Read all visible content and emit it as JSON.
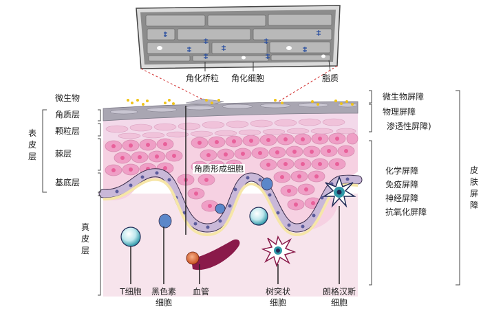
{
  "inset": {
    "labels": {
      "corneodesmosome": "角化桥粒",
      "corneocyte": "角化细胞",
      "lipid": "脂质"
    }
  },
  "left_labels": {
    "microbe": "微生物",
    "stratum_corneum": "角质层",
    "stratum_granulosum": "颗粒层",
    "stratum_spinosum": "棘层",
    "stratum_basale": "基底层"
  },
  "epidermis_label": "表皮层",
  "dermis_label": "真皮层",
  "keratinocyte_label": "角质形成细胞",
  "right_labels": {
    "microbial_barrier": "微生物屏障",
    "physical_barrier_line1": "物理屏障",
    "physical_barrier_line2": "渗透性屏障)",
    "chemical_barrier": "化学屏障",
    "immune_barrier": "免疫屏障",
    "neural_barrier": "神经屏障",
    "antioxidant_barrier": "抗氧化屏障"
  },
  "skin_barrier_label": "皮肤屏障",
  "bottom_labels": {
    "t_cell": "T细胞",
    "melanocyte_line1": "黑色素",
    "melanocyte_line2": "细胞",
    "blood_vessel": "血管",
    "dendritic_line1": "树突状",
    "dendritic_line2": "细胞",
    "langerhans_line1": "朗格汉斯",
    "langerhans_line2": "细胞"
  },
  "colors": {
    "stratum_corneum": "#9e9ea8",
    "granular": "#f3d9ea",
    "spinous_cell": "#ef9fc6",
    "nucleus": "#e8609a",
    "basal_cell": "#c9b8d8",
    "basal_nucleus": "#5b5b9a",
    "melanocyte": "#5b87c9",
    "dermis": "#f7e4ec",
    "basement_membrane": "#f6e6a8",
    "blood_vessel": "#8a1a4a",
    "microbe": "#f0c419",
    "inset_bg": "#8c8c8c",
    "tcell": "#4fb8c8",
    "bracket": "#444444"
  }
}
